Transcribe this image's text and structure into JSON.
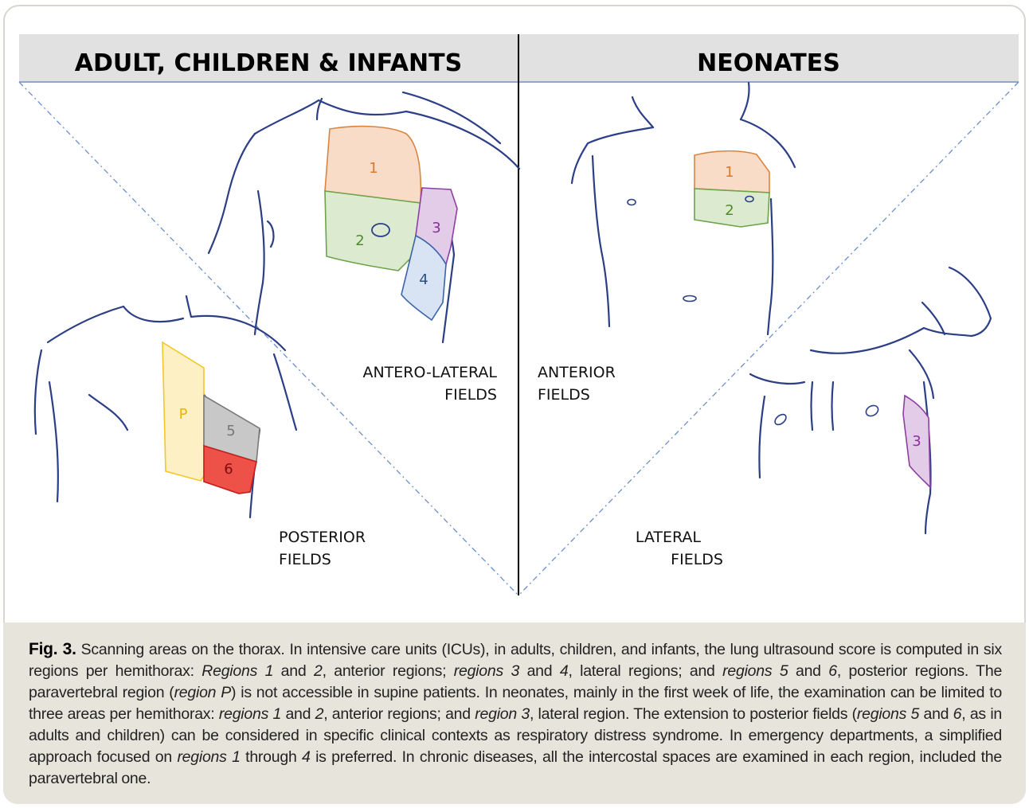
{
  "headers": {
    "left": "ADULT, CHILDREN & INFANTS",
    "right": "NEONATES"
  },
  "field_labels": {
    "antero_lateral_line1": "ANTERO-LATERAL",
    "antero_lateral_line2": "FIELDS",
    "posterior_line1": "POSTERIOR",
    "posterior_line2": "FIELDS",
    "anterior_line1": "ANTERIOR",
    "anterior_line2": "FIELDS",
    "lateral_line1": "LATERAL",
    "lateral_line2": "FIELDS"
  },
  "regions": {
    "r1": "1",
    "r2": "2",
    "r3": "3",
    "r4": "4",
    "r5": "5",
    "r6": "6",
    "rp": "P",
    "neo_r1": "1",
    "neo_r2": "2",
    "neo_r3": "3"
  },
  "region_colors": {
    "r1": {
      "fill": "#f9dcc8",
      "stroke": "#d9853f",
      "text": "#d97a2a"
    },
    "r2": {
      "fill": "#dcebd0",
      "stroke": "#6ea24b",
      "text": "#4f8a2e"
    },
    "r3": {
      "fill": "#e3cce8",
      "stroke": "#8e3fa3",
      "text": "#8a2f9e"
    },
    "r4": {
      "fill": "#d8e4f3",
      "stroke": "#3c64a8",
      "text": "#2c4e8a"
    },
    "r5": {
      "fill": "#c8c8c8",
      "stroke": "#7a7a7a",
      "text": "#777777"
    },
    "r6": {
      "fill": "#ee5148",
      "stroke": "#c41e1e",
      "text": "#7a1010"
    },
    "rp": {
      "fill": "#fdf0c4",
      "stroke": "#f2c72a",
      "text": "#e8b400"
    }
  },
  "caption": {
    "fig_label": "Fig. 3.",
    "segments": [
      {
        "t": "Scanning areas on the thorax. In intensive care units (ICUs), in adults, children, and infants, the lung ultrasound score is computed in six regions per hemithorax: ",
        "i": false
      },
      {
        "t": "Regions 1",
        "i": true
      },
      {
        "t": " and ",
        "i": false
      },
      {
        "t": "2",
        "i": true
      },
      {
        "t": ", anterior regions; ",
        "i": false
      },
      {
        "t": "regions 3",
        "i": true
      },
      {
        "t": " and ",
        "i": false
      },
      {
        "t": "4",
        "i": true
      },
      {
        "t": ", lateral regions; and ",
        "i": false
      },
      {
        "t": "regions 5",
        "i": true
      },
      {
        "t": " and ",
        "i": false
      },
      {
        "t": "6",
        "i": true
      },
      {
        "t": ", posterior regions. The paravertebral region (",
        "i": false
      },
      {
        "t": "region P",
        "i": true
      },
      {
        "t": ") is not accessible in supine patients. In neonates, mainly in the first week of life, the examination can be limited to three areas per hemithorax: ",
        "i": false
      },
      {
        "t": "regions 1",
        "i": true
      },
      {
        "t": " and ",
        "i": false
      },
      {
        "t": "2",
        "i": true
      },
      {
        "t": ", anterior regions; and ",
        "i": false
      },
      {
        "t": "region 3",
        "i": true
      },
      {
        "t": ", lateral region. The extension to posterior fields (",
        "i": false
      },
      {
        "t": "regions 5",
        "i": true
      },
      {
        "t": " and ",
        "i": false
      },
      {
        "t": "6",
        "i": true
      },
      {
        "t": ", as in adults and children) can be considered in specific clinical contexts as respiratory distress syndrome. In emergency departments, a simplified approach focused on ",
        "i": false
      },
      {
        "t": "regions 1",
        "i": true
      },
      {
        "t": " through ",
        "i": false
      },
      {
        "t": "4",
        "i": true
      },
      {
        "t": " is preferred. In chronic diseases, all the intercostal spaces are examined in each region, included the paravertebral one.",
        "i": false
      }
    ]
  }
}
